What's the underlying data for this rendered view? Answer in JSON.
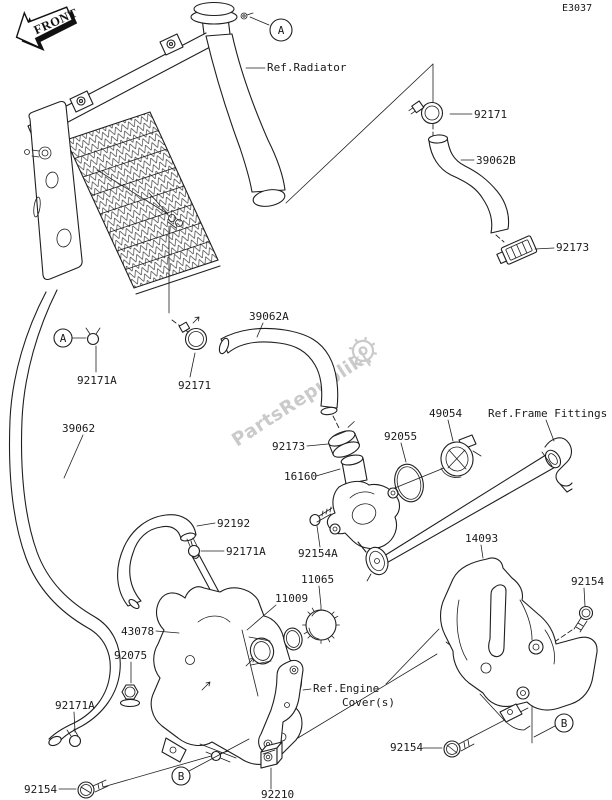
{
  "sheet": {
    "code": "E3037"
  },
  "orientation": {
    "front_label": "FRONT"
  },
  "watermark": {
    "brand": "PartsRepublik|"
  },
  "view_markers": [
    {
      "letter": "A"
    },
    {
      "letter": "A"
    },
    {
      "letter": "B"
    },
    {
      "letter": "B"
    }
  ],
  "callouts": [
    {
      "part": "radiator-reference",
      "text": "Ref.Radiator"
    },
    {
      "part": "clamp-upper",
      "text": "92171"
    },
    {
      "part": "hose-radiator-upper",
      "text": "39062B"
    },
    {
      "part": "clamp-hose-upper",
      "text": "92173"
    },
    {
      "part": "hose-middle",
      "text": "39062A"
    },
    {
      "part": "clip-a",
      "text": "92171A"
    },
    {
      "part": "clamp-middle",
      "text": "92171"
    },
    {
      "part": "hose-left",
      "text": "39062"
    },
    {
      "part": "thermostat",
      "text": "49054"
    },
    {
      "part": "frame-fittings-reference",
      "text": "Ref.Frame Fittings"
    },
    {
      "part": "oring-thermostat",
      "text": "92055"
    },
    {
      "part": "clamp-center",
      "text": "92173"
    },
    {
      "part": "pipe-fitting",
      "text": "16160"
    },
    {
      "part": "hose-breather",
      "text": "92192"
    },
    {
      "part": "clip-mid",
      "text": "92171A"
    },
    {
      "part": "bolt-housing",
      "text": "92154A"
    },
    {
      "part": "engine-cover",
      "text": "14093"
    },
    {
      "part": "cap",
      "text": "11065"
    },
    {
      "part": "oring-cap",
      "text": "11009"
    },
    {
      "part": "screw-cover-right",
      "text": "92154"
    },
    {
      "part": "water-pipe-assy",
      "text": "43078"
    },
    {
      "part": "nut",
      "text": "92075"
    },
    {
      "part": "clip-bottom",
      "text": "92171A"
    },
    {
      "part": "engine-cover-reference-1",
      "text": "Ref.Engine"
    },
    {
      "part": "engine-cover-reference-2",
      "text": "Cover(s)"
    },
    {
      "part": "screw-cover-bottom",
      "text": "92154"
    },
    {
      "part": "screw-pump",
      "text": "92154"
    },
    {
      "part": "damper-joint",
      "text": "92210"
    }
  ]
}
